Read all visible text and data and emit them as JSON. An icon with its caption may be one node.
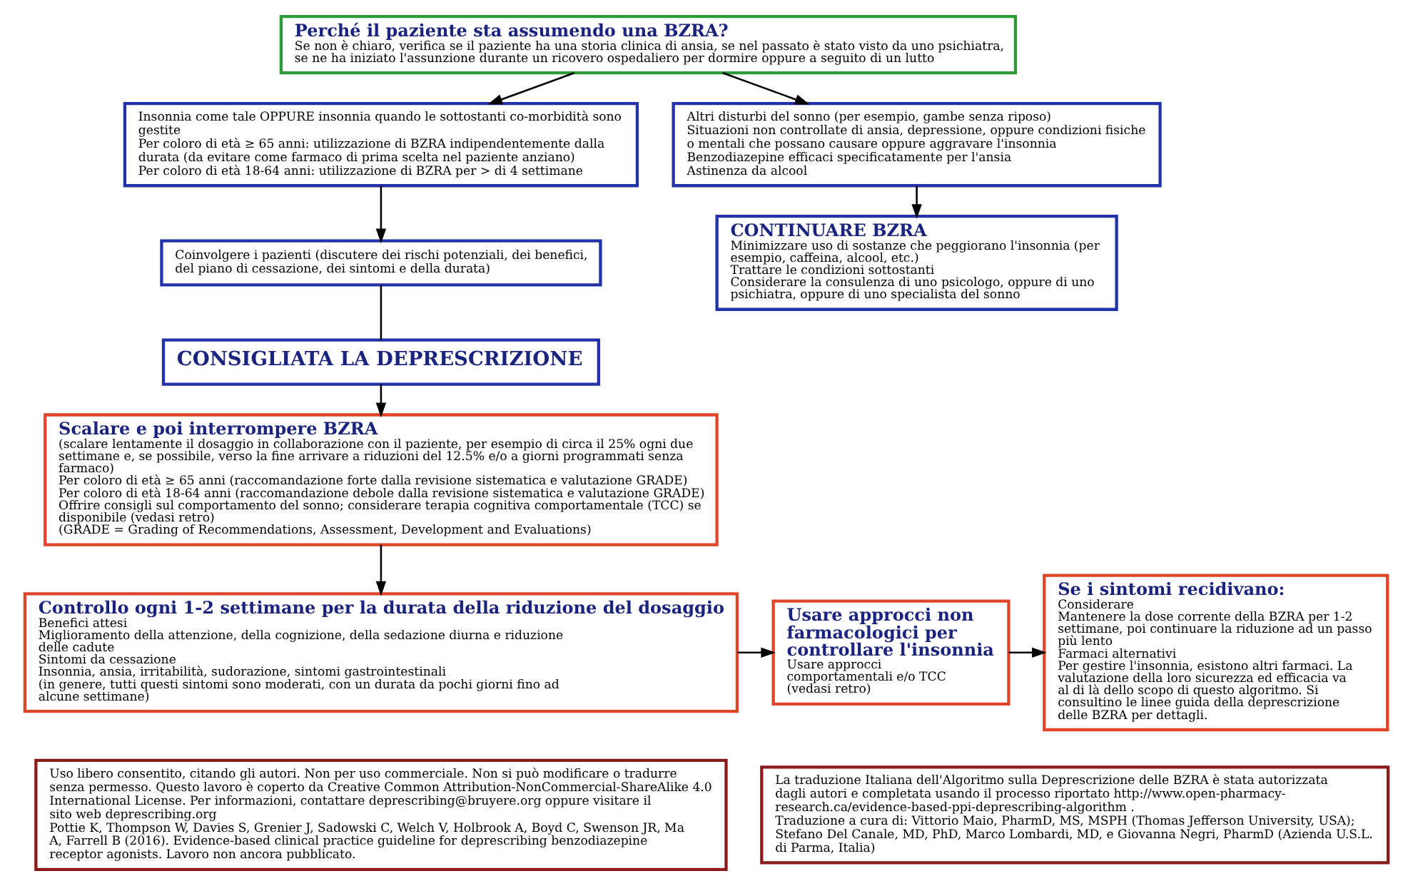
{
  "diagram": {
    "nodes": [
      {
        "text": [
          "Perché il paziente sta assumendo una BZRA?",
          "Se non è chiaro, verifica se il paziente ha una storia clinica di ansia, se nel passato è stato visto da uno psichiatra, se ne ha iniziato l'assunzione durante un ricovero ospedaliero per dormire oppure a seguito di un lutto"
        ]
      },
      {
        "text": [
          "Insonnia come tale OPPURE insonnia quando le sottostanti co-morbidità sono gestite",
          "Per coloro di età ≥ 65 anni: utilizzazione di BZRA indipendentemente dalla durata (da evitare come farmaco di prima scelta nel paziente anziano)",
          "Per coloro di età 18-64 anni: utilizzazione di BZRA per > di 4 settimane"
        ]
      },
      {
        "text": [
          "Coinvolgere i pazienti (discutere dei rischi potenziali, dei benefici, del piano di cessazione, dei sintomi e della durata)"
        ]
      },
      {
        "text": [
          "CONSIGLIATA LA DEPRESCRIZIONE"
        ]
      },
      {
        "text": [
          "Altri disturbi del sonno (per esempio, gambe senza riposo)",
          "Situazioni non controllate di ansia, depressione, oppure condizioni fisiche o mentali che possano causare oppure aggravare l'insonnia",
          "Benzodiazepine efficaci specificatamente per l'ansia",
          "Astinenza da alcool"
        ]
      },
      {
        "text": [
          "CONTINUARE BZRA",
          "Minimizzare uso di sostanze che peggiorano l'insonnia (per esempio, caffeina, alcool, etc.)",
          "Trattare le condizioni sottostanti",
          "Considerare la consulenza di uno psicologo, oppure di uno psichiatra, oppure di uno specialista del sonno"
        ]
      },
      {
        "text": [
          "Scalare e poi interrompere BZRA",
          "(scalare lentamente il dosaggio in collaborazione con il paziente, per esempio di circa il 25% ogni due settimane e, se possibile, verso la fine arrivare a riduzioni del 12.5% e/o a giorni programmati senza farmaco)",
          "Per coloro di età ≥ 65 anni (raccomandazione forte dalla revisione sistematica e valutazione GRADE)",
          "Per coloro di età 18-64 anni (raccomandazione debole dalla revisione sistematica e valutazione GRADE)",
          "Offrire consigli sul comportamento del sonno; considerare terapia cognitiva comportamentale (TCC) se disponibile (vedasi retro)",
          "(GRADE = Grading of Recommendations, Assessment, Development and Evaluations)"
        ]
      },
      {
        "text": [
          "Controllo ogni 1-2 settimane per la durata della riduzione del dosaggio",
          "Benefici attesi",
          "Miglioramento della attenzione, della cognizione, della sedazione diurna e riduzione delle cadute",
          "Sintomi da cessazione",
          "Insonnia, ansia, irritabilità, sudorazione, sintomi gastrointestinali",
          "(in genere, tutti questi sintomi sono moderati, con un durata da pochi giorni fino ad alcune settimane)"
        ]
      },
      {
        "text": [
          "Usare approcci non farmacologici per controllare l'insonnia",
          "Usare approcci comportamentali e/o TCC (vedasi retro)"
        ]
      },
      {
        "text": [
          "Se i sintomi recidivano:",
          "Considerare",
          "Mantenere la dose corrente della BZRA per 1-2 settimane, poi continuare la riduzione ad un passo più lento",
          "Farmaci alternativi",
          "Per gestire l'insonnia, esistono altri farmaci. La valutazione della loro sicurezza ed efficacia va al di là dello scopo di questo algoritmo. Si consultino le linee guida della deprescrizione delle BZRA per dettagli."
        ]
      },
      {
        "text": [
          "Uso libero consentito, citando gli autori. Non per uso commerciale. Non si può modificare o tradurre senza permesso. Questo lavoro è coperto da Creative Common Attribution-NonCommercial-ShareAlike 4.0 International License. Per informazioni, contattare deprescribing@bruyere.org oppure visitare il sito web deprescribing.org",
          "Pottie K, Thompson W, Davies S, Grenier J, Sadowski C, Welch V, Holbrook A, Boyd C, Swenson JR, Ma A, Farrell B (2016). Evidence-based clinical practice guideline for deprescribing benzodiazepine receptor agonists. Lavoro non ancora pubblicato."
        ]
      },
      {
        "text": [
          "La traduzione Italiana dell'Algoritmo sulla Deprescrizione delle BZRA è stata autorizzata dagli autori e completata usando il processo riportato http://www.open-pharmacy-research.ca/evidence-based-ppi-deprescribing-algorithm .",
          "Traduzione a cura di: Vittorio Maio, PharmD, MS, MSPH (Thomas Jefferson University, USA); Stefano Del Canale, MD, PhD, Marco Lombardi, MD, e Giovanna Negri, PharmD (Azienda U.S.L. di Parma, Italia)"
        ]
      }
    ],
    "edges": [
      {
        "from": 0,
        "to": 1,
        "arrow": "to"
      },
      {
        "from": 0,
        "to": 4,
        "arrow": "to"
      },
      {
        "from": 1,
        "to": 2,
        "arrow": "to"
      },
      {
        "from": 2,
        "to": 3,
        "arrow": "none"
      },
      {
        "from": 4,
        "to": 5,
        "arrow": "to"
      },
      {
        "from": 3,
        "to": 6,
        "arrow": "to"
      },
      {
        "from": 6,
        "to": 7,
        "arrow": "to"
      },
      {
        "from": 7,
        "to": 8,
        "arrow": "to"
      },
      {
        "from": 8,
        "to": 9,
        "arrow": "to"
      }
    ]
  }
}
